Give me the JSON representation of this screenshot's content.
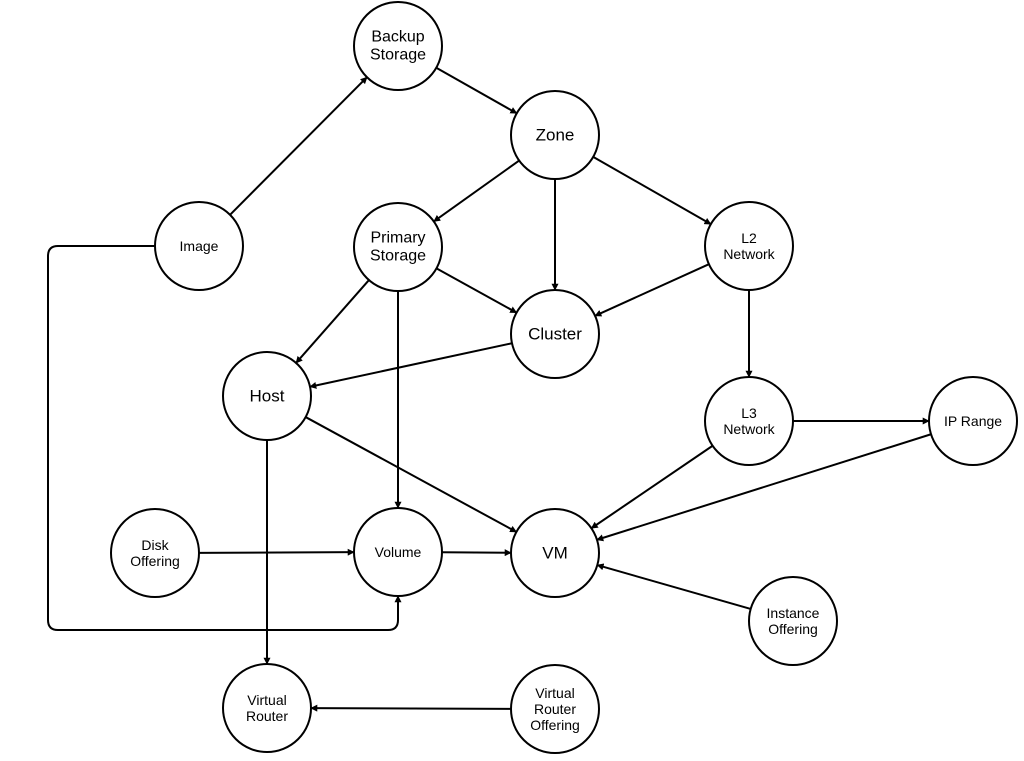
{
  "nodes": [
    {
      "id": "backup-storage",
      "lines": [
        "Backup",
        "Storage"
      ]
    },
    {
      "id": "zone",
      "lines": [
        "Zone"
      ]
    },
    {
      "id": "image",
      "lines": [
        "Image"
      ]
    },
    {
      "id": "primary-storage",
      "lines": [
        "Primary",
        "Storage"
      ]
    },
    {
      "id": "l2-network",
      "lines": [
        "L2",
        "Network"
      ]
    },
    {
      "id": "cluster",
      "lines": [
        "Cluster"
      ]
    },
    {
      "id": "host",
      "lines": [
        "Host"
      ]
    },
    {
      "id": "l3-network",
      "lines": [
        "L3",
        "Network"
      ]
    },
    {
      "id": "ip-range",
      "lines": [
        "IP Range"
      ]
    },
    {
      "id": "disk-offering",
      "lines": [
        "Disk",
        "Offering"
      ]
    },
    {
      "id": "volume",
      "lines": [
        "Volume"
      ]
    },
    {
      "id": "vm",
      "lines": [
        "VM"
      ]
    },
    {
      "id": "instance-offering",
      "lines": [
        "Instance",
        "Offering"
      ]
    },
    {
      "id": "virtual-router",
      "lines": [
        "Virtual",
        "Router"
      ]
    },
    {
      "id": "virtual-router-offering",
      "lines": [
        "Virtual",
        "Router",
        "Offering"
      ]
    }
  ],
  "edges": [
    {
      "from": "image",
      "to": "backup-storage"
    },
    {
      "from": "backup-storage",
      "to": "zone"
    },
    {
      "from": "zone",
      "to": "primary-storage"
    },
    {
      "from": "zone",
      "to": "cluster"
    },
    {
      "from": "zone",
      "to": "l2-network"
    },
    {
      "from": "primary-storage",
      "to": "cluster"
    },
    {
      "from": "primary-storage",
      "to": "host"
    },
    {
      "from": "primary-storage",
      "to": "volume"
    },
    {
      "from": "l2-network",
      "to": "cluster"
    },
    {
      "from": "l2-network",
      "to": "l3-network"
    },
    {
      "from": "cluster",
      "to": "host"
    },
    {
      "from": "host",
      "to": "vm"
    },
    {
      "from": "host",
      "to": "virtual-router"
    },
    {
      "from": "l3-network",
      "to": "vm"
    },
    {
      "from": "l3-network",
      "to": "ip-range"
    },
    {
      "from": "ip-range",
      "to": "vm"
    },
    {
      "from": "disk-offering",
      "to": "volume"
    },
    {
      "from": "volume",
      "to": "vm"
    },
    {
      "from": "instance-offering",
      "to": "vm"
    },
    {
      "from": "virtual-router-offering",
      "to": "virtual-router"
    },
    {
      "from": "image",
      "to": "volume",
      "routed": true
    }
  ]
}
